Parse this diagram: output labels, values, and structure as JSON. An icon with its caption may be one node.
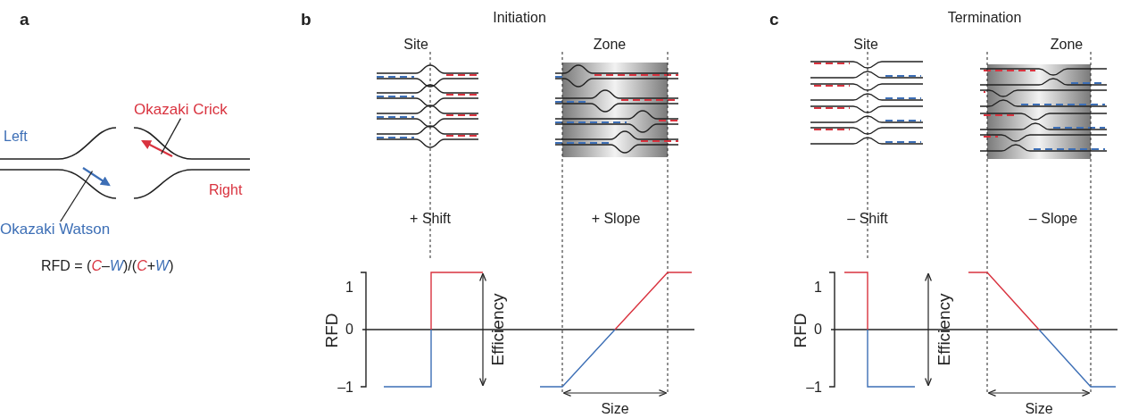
{
  "diagram": {
    "nodes": [
      {
        "text": [
          "Okazaki Crick"
        ]
      },
      {
        "text": [],
        "shape": "arrow"
      },
      {
        "text": [
          "Okazaki Watson"
        ]
      },
      {
        "text": [],
        "shape": "arrow"
      }
    ],
    "edges": [
      {
        "from": 0,
        "to": 1,
        "arrow": "none"
      },
      {
        "from": 2,
        "to": 3,
        "arrow": "none"
      }
    ],
    "labels": [
      "a",
      "b",
      "Initiation",
      "c",
      "Termination",
      "Site",
      "Zone",
      "Site",
      "Zone",
      "Left",
      "Right",
      "RFD = (*C*–*W*)/(*C*+*W*)",
      "+ Shift",
      "+ Slope",
      "– Shift",
      "– Slope",
      "1",
      "0",
      "–1",
      "RFD",
      "Efficiency",
      "Size",
      "1",
      "0",
      "–1",
      "RFD",
      "Efficiency",
      "Size"
    ]
  }
}
